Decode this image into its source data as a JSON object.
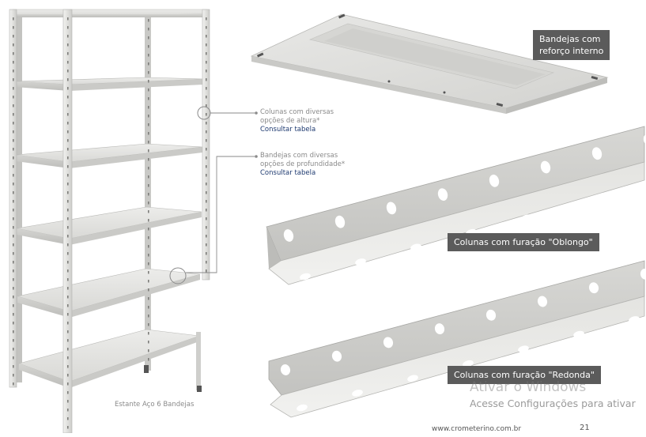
{
  "callouts": {
    "columns": {
      "line1": "Colunas com diversas",
      "line2": "opções de altura*",
      "link": "Consultar tabela"
    },
    "trays": {
      "line1": "Bandejas com diversas",
      "line2": "opções de profundidade*",
      "link": "Consultar tabela"
    }
  },
  "labels": {
    "tray_reinforcement_line1": "Bandejas com",
    "tray_reinforcement_line2": "reforço interno",
    "oblong": "Colunas com furação \"Oblongo\"",
    "round": "Colunas com furação \"Redonda\""
  },
  "caption": "Estante Aço 6 Bandejas",
  "watermark": {
    "title": "Ativar o Windows",
    "subtitle": "Acesse Configurações para ativar"
  },
  "footer": {
    "url": "www.crometerino.com.br",
    "page_number": "21"
  },
  "colors": {
    "steel_light": "#e9e9e7",
    "steel_mid": "#cfcfcc",
    "steel_dark": "#a9a9a6",
    "label_bg": "#5b5b5b",
    "link": "#1e3a70"
  }
}
